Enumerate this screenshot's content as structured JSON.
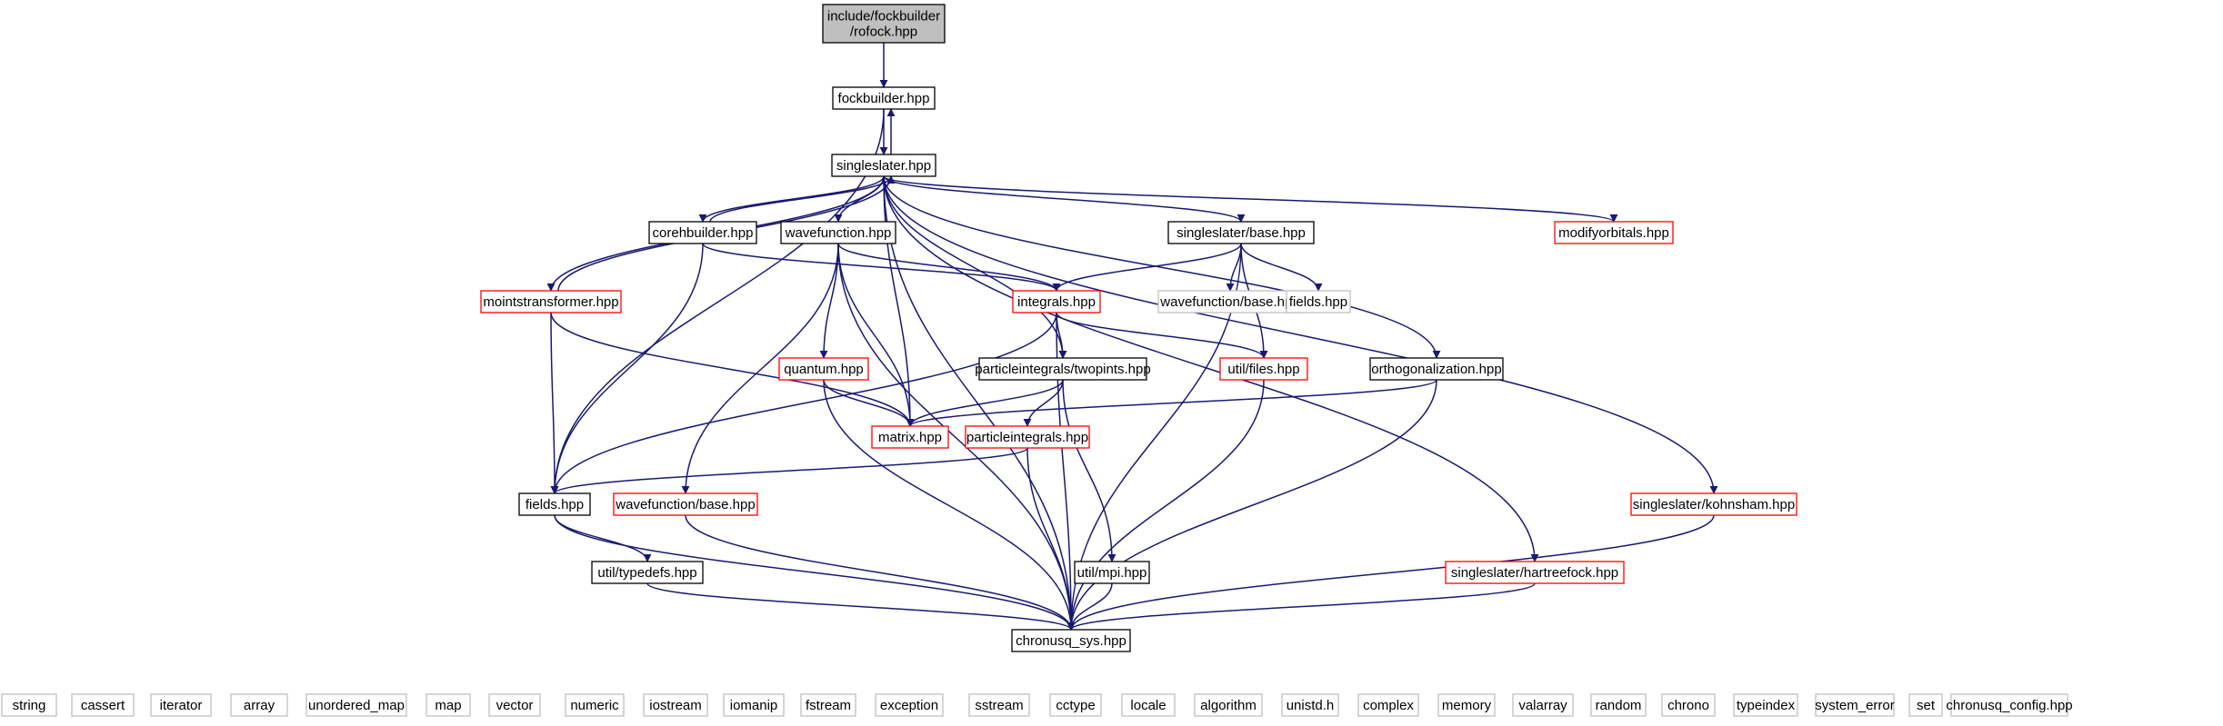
{
  "title": "include/fockbuilder/rofock.hpp",
  "colors": {
    "edge": "#191970",
    "root_fill": "#bfbfbf",
    "node_border": "#000000",
    "red_border": "#ff0000",
    "grey_border": "#bfbfbf"
  },
  "nodes": [
    {
      "id": "rofock",
      "lines": [
        "include/fockbuilder",
        "/rofock.hpp"
      ],
      "style": "root"
    },
    {
      "id": "fockbuilder",
      "lines": [
        "fockbuilder.hpp"
      ],
      "style": "black"
    },
    {
      "id": "singleslater",
      "lines": [
        "singleslater.hpp"
      ],
      "style": "black"
    },
    {
      "id": "corehbuilder",
      "lines": [
        "corehbuilder.hpp"
      ],
      "style": "black"
    },
    {
      "id": "wavefunction",
      "lines": [
        "wavefunction.hpp"
      ],
      "style": "black"
    },
    {
      "id": "ssbase",
      "lines": [
        "singleslater/base.hpp"
      ],
      "style": "black"
    },
    {
      "id": "modifyorbitals",
      "lines": [
        "modifyorbitals.hpp"
      ],
      "style": "red"
    },
    {
      "id": "mointstransformer",
      "lines": [
        "mointstransformer.hpp"
      ],
      "style": "red"
    },
    {
      "id": "integrals",
      "lines": [
        "integrals.hpp"
      ],
      "style": "red"
    },
    {
      "id": "wfbase_grey",
      "lines": [
        "wavefunction/base.hpp"
      ],
      "style": "grey"
    },
    {
      "id": "fields_grey",
      "lines": [
        "fields.hpp"
      ],
      "style": "grey"
    },
    {
      "id": "quantum",
      "lines": [
        "quantum.hpp"
      ],
      "style": "red"
    },
    {
      "id": "twopints",
      "lines": [
        "particleintegrals/twopints.hpp"
      ],
      "style": "black"
    },
    {
      "id": "utilfiles",
      "lines": [
        "util/files.hpp"
      ],
      "style": "red"
    },
    {
      "id": "ortho",
      "lines": [
        "orthogonalization.hpp"
      ],
      "style": "black"
    },
    {
      "id": "matrix",
      "lines": [
        "matrix.hpp"
      ],
      "style": "red"
    },
    {
      "id": "particleintegrals",
      "lines": [
        "particleintegrals.hpp"
      ],
      "style": "red"
    },
    {
      "id": "fields",
      "lines": [
        "fields.hpp"
      ],
      "style": "black"
    },
    {
      "id": "wfbase_red",
      "lines": [
        "wavefunction/base.hpp"
      ],
      "style": "red"
    },
    {
      "id": "kohnsham",
      "lines": [
        "singleslater/kohnsham.hpp"
      ],
      "style": "red"
    },
    {
      "id": "typedefs",
      "lines": [
        "util/typedefs.hpp"
      ],
      "style": "black"
    },
    {
      "id": "utilmpi",
      "lines": [
        "util/mpi.hpp"
      ],
      "style": "black"
    },
    {
      "id": "hartreefock",
      "lines": [
        "singleslater/hartreefock.hpp"
      ],
      "style": "red"
    },
    {
      "id": "chronusq_sys",
      "lines": [
        "chronusq_sys.hpp"
      ],
      "style": "black"
    },
    {
      "id": "l_string",
      "lines": [
        "string"
      ],
      "style": "grey"
    },
    {
      "id": "l_cassert",
      "lines": [
        "cassert"
      ],
      "style": "grey"
    },
    {
      "id": "l_iterator",
      "lines": [
        "iterator"
      ],
      "style": "grey"
    },
    {
      "id": "l_array",
      "lines": [
        "array"
      ],
      "style": "grey"
    },
    {
      "id": "l_unordered_map",
      "lines": [
        "unordered_map"
      ],
      "style": "grey"
    },
    {
      "id": "l_map",
      "lines": [
        "map"
      ],
      "style": "grey"
    },
    {
      "id": "l_vector",
      "lines": [
        "vector"
      ],
      "style": "grey"
    },
    {
      "id": "l_numeric",
      "lines": [
        "numeric"
      ],
      "style": "grey"
    },
    {
      "id": "l_iostream",
      "lines": [
        "iostream"
      ],
      "style": "grey"
    },
    {
      "id": "l_iomanip",
      "lines": [
        "iomanip"
      ],
      "style": "grey"
    },
    {
      "id": "l_fstream",
      "lines": [
        "fstream"
      ],
      "style": "grey"
    },
    {
      "id": "l_exception",
      "lines": [
        "exception"
      ],
      "style": "grey"
    },
    {
      "id": "l_sstream",
      "lines": [
        "sstream"
      ],
      "style": "grey"
    },
    {
      "id": "l_cctype",
      "lines": [
        "cctype"
      ],
      "style": "grey"
    },
    {
      "id": "l_locale",
      "lines": [
        "locale"
      ],
      "style": "grey"
    },
    {
      "id": "l_algorithm",
      "lines": [
        "algorithm"
      ],
      "style": "grey"
    },
    {
      "id": "l_unistd",
      "lines": [
        "unistd.h"
      ],
      "style": "grey"
    },
    {
      "id": "l_complex",
      "lines": [
        "complex"
      ],
      "style": "grey"
    },
    {
      "id": "l_memory",
      "lines": [
        "memory"
      ],
      "style": "grey"
    },
    {
      "id": "l_valarray",
      "lines": [
        "valarray"
      ],
      "style": "grey"
    },
    {
      "id": "l_random",
      "lines": [
        "random"
      ],
      "style": "grey"
    },
    {
      "id": "l_chrono",
      "lines": [
        "chrono"
      ],
      "style": "grey"
    },
    {
      "id": "l_typeindex",
      "lines": [
        "typeindex"
      ],
      "style": "grey"
    },
    {
      "id": "l_system_error",
      "lines": [
        "system_error"
      ],
      "style": "grey"
    },
    {
      "id": "l_set",
      "lines": [
        "set"
      ],
      "style": "grey"
    },
    {
      "id": "l_chronusq_config",
      "lines": [
        "chronusq_config.hpp"
      ],
      "style": "grey"
    }
  ],
  "edges": [
    [
      "rofock",
      "fockbuilder"
    ],
    [
      "fockbuilder",
      "singleslater"
    ],
    [
      "fockbuilder",
      "fields"
    ],
    [
      "singleslater",
      "fockbuilder"
    ],
    [
      "singleslater",
      "corehbuilder"
    ],
    [
      "singleslater",
      "wavefunction"
    ],
    [
      "singleslater",
      "ssbase"
    ],
    [
      "singleslater",
      "modifyorbitals"
    ],
    [
      "singleslater",
      "mointstransformer"
    ],
    [
      "singleslater",
      "twopints"
    ],
    [
      "singleslater",
      "matrix"
    ],
    [
      "singleslater",
      "ortho"
    ],
    [
      "singleslater",
      "hartreefock"
    ],
    [
      "singleslater",
      "kohnsham"
    ],
    [
      "singleslater",
      "chronusq_sys"
    ],
    [
      "corehbuilder",
      "singleslater"
    ],
    [
      "corehbuilder",
      "integrals"
    ],
    [
      "corehbuilder",
      "fields"
    ],
    [
      "mointstransformer",
      "singleslater"
    ],
    [
      "mointstransformer",
      "fields"
    ],
    [
      "mointstransformer",
      "matrix"
    ],
    [
      "wavefunction",
      "integrals"
    ],
    [
      "wavefunction",
      "quantum"
    ],
    [
      "wavefunction",
      "matrix"
    ],
    [
      "wavefunction",
      "wfbase_red"
    ],
    [
      "wavefunction",
      "chronusq_sys"
    ],
    [
      "ssbase",
      "integrals"
    ],
    [
      "ssbase",
      "wfbase_grey"
    ],
    [
      "ssbase",
      "fields_grey"
    ],
    [
      "ssbase",
      "utilfiles"
    ],
    [
      "ssbase",
      "chronusq_sys"
    ],
    [
      "integrals",
      "twopints"
    ],
    [
      "integrals",
      "utilfiles"
    ],
    [
      "integrals",
      "fields"
    ],
    [
      "integrals",
      "chronusq_sys"
    ],
    [
      "quantum",
      "matrix"
    ],
    [
      "quantum",
      "chronusq_sys"
    ],
    [
      "twopints",
      "matrix"
    ],
    [
      "twopints",
      "particleintegrals"
    ],
    [
      "twopints",
      "utilmpi"
    ],
    [
      "particleintegrals",
      "fields"
    ],
    [
      "particleintegrals",
      "chronusq_sys"
    ],
    [
      "utilfiles",
      "chronusq_sys"
    ],
    [
      "ortho",
      "matrix"
    ],
    [
      "ortho",
      "chronusq_sys"
    ],
    [
      "fields",
      "typedefs"
    ],
    [
      "fields",
      "chronusq_sys"
    ],
    [
      "typedefs",
      "chronusq_sys"
    ],
    [
      "wfbase_red",
      "chronusq_sys"
    ],
    [
      "utilmpi",
      "chronusq_sys"
    ],
    [
      "hartreefock",
      "chronusq_sys"
    ],
    [
      "kohnsham",
      "chronusq_sys"
    ]
  ]
}
